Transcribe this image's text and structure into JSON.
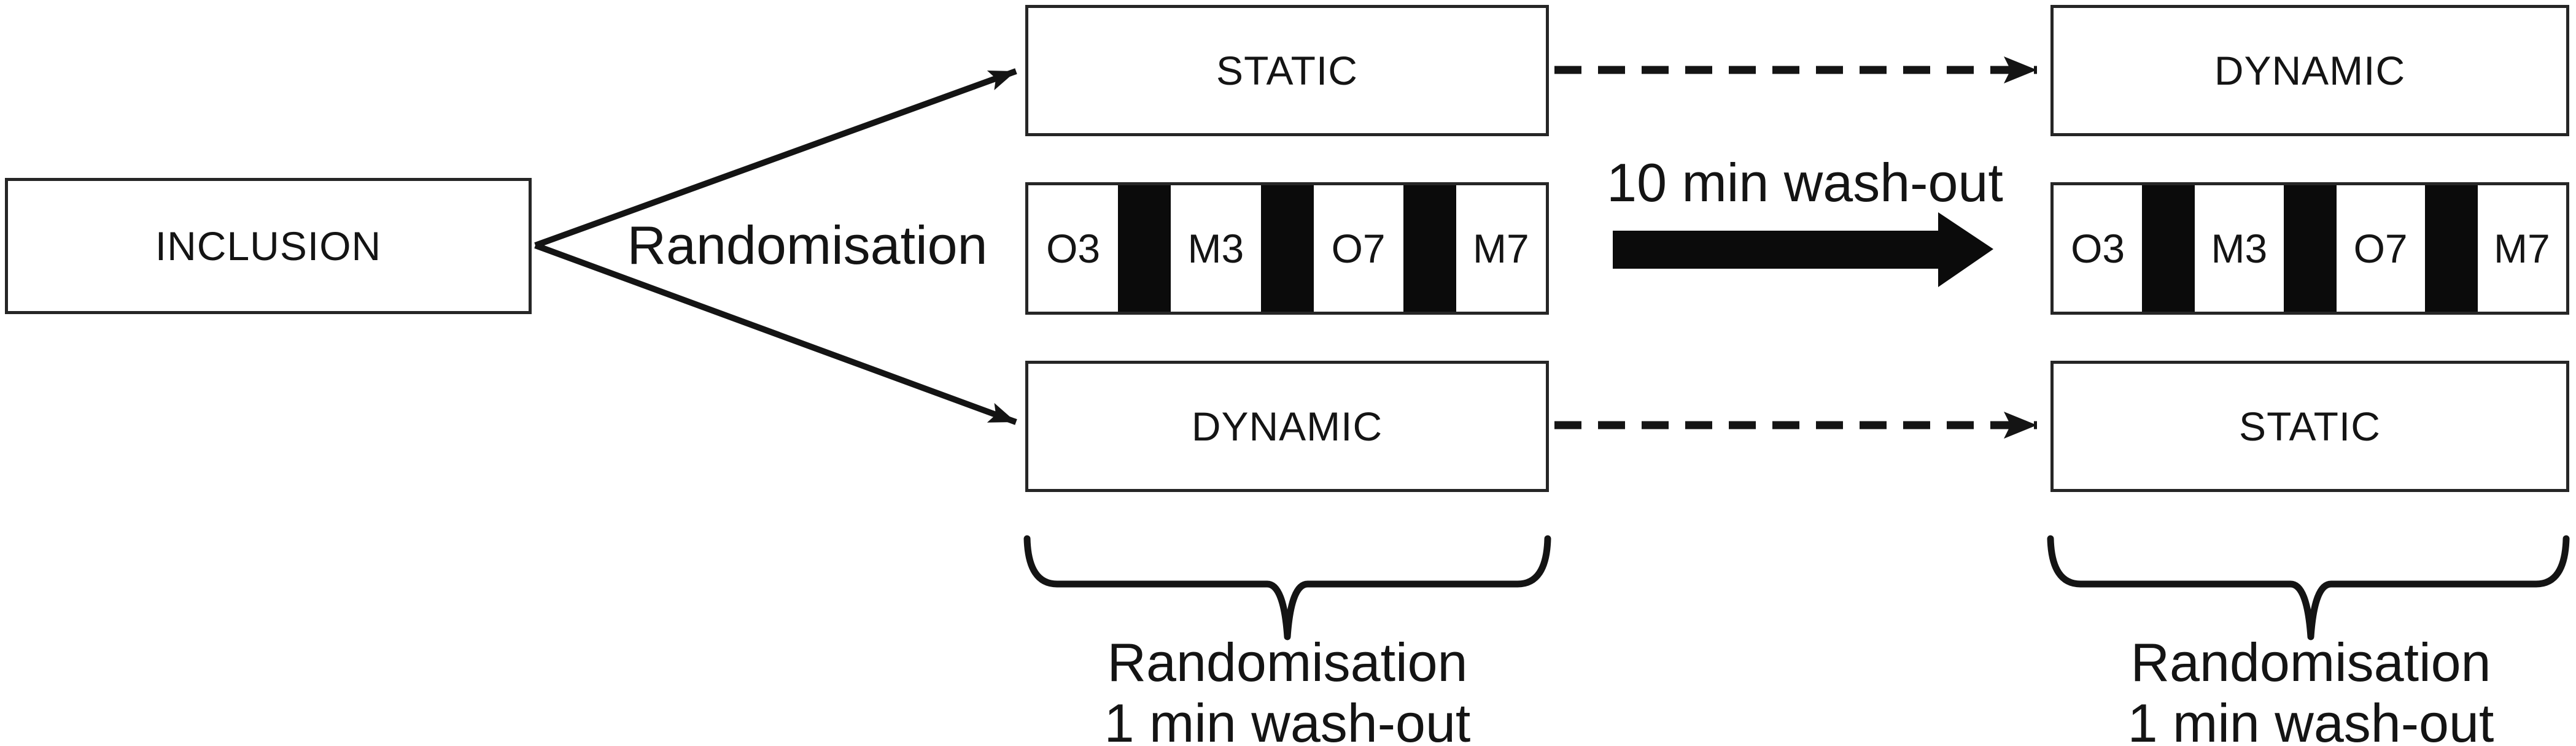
{
  "figure": {
    "background": "#ffffff",
    "ink": "#141414",
    "segment_fill": "#0b0b0b",
    "box_border": "#262626",
    "inclusion_label": "INCLUSION",
    "randomisation_label": "Randomisation",
    "washout_arrow_label": "10 min wash-out",
    "left_group": {
      "first_box": "STATIC",
      "sequence": [
        "O3",
        "M3",
        "O7",
        "M7"
      ],
      "last_box": "DYNAMIC",
      "caption_line1": "Randomisation",
      "caption_line2": "1 min wash-out"
    },
    "right_group": {
      "first_box": "DYNAMIC",
      "sequence": [
        "O3",
        "M3",
        "O7",
        "M7"
      ],
      "last_box": "STATIC",
      "caption_line1": "Randomisation",
      "caption_line2": "1 min wash-out"
    }
  }
}
